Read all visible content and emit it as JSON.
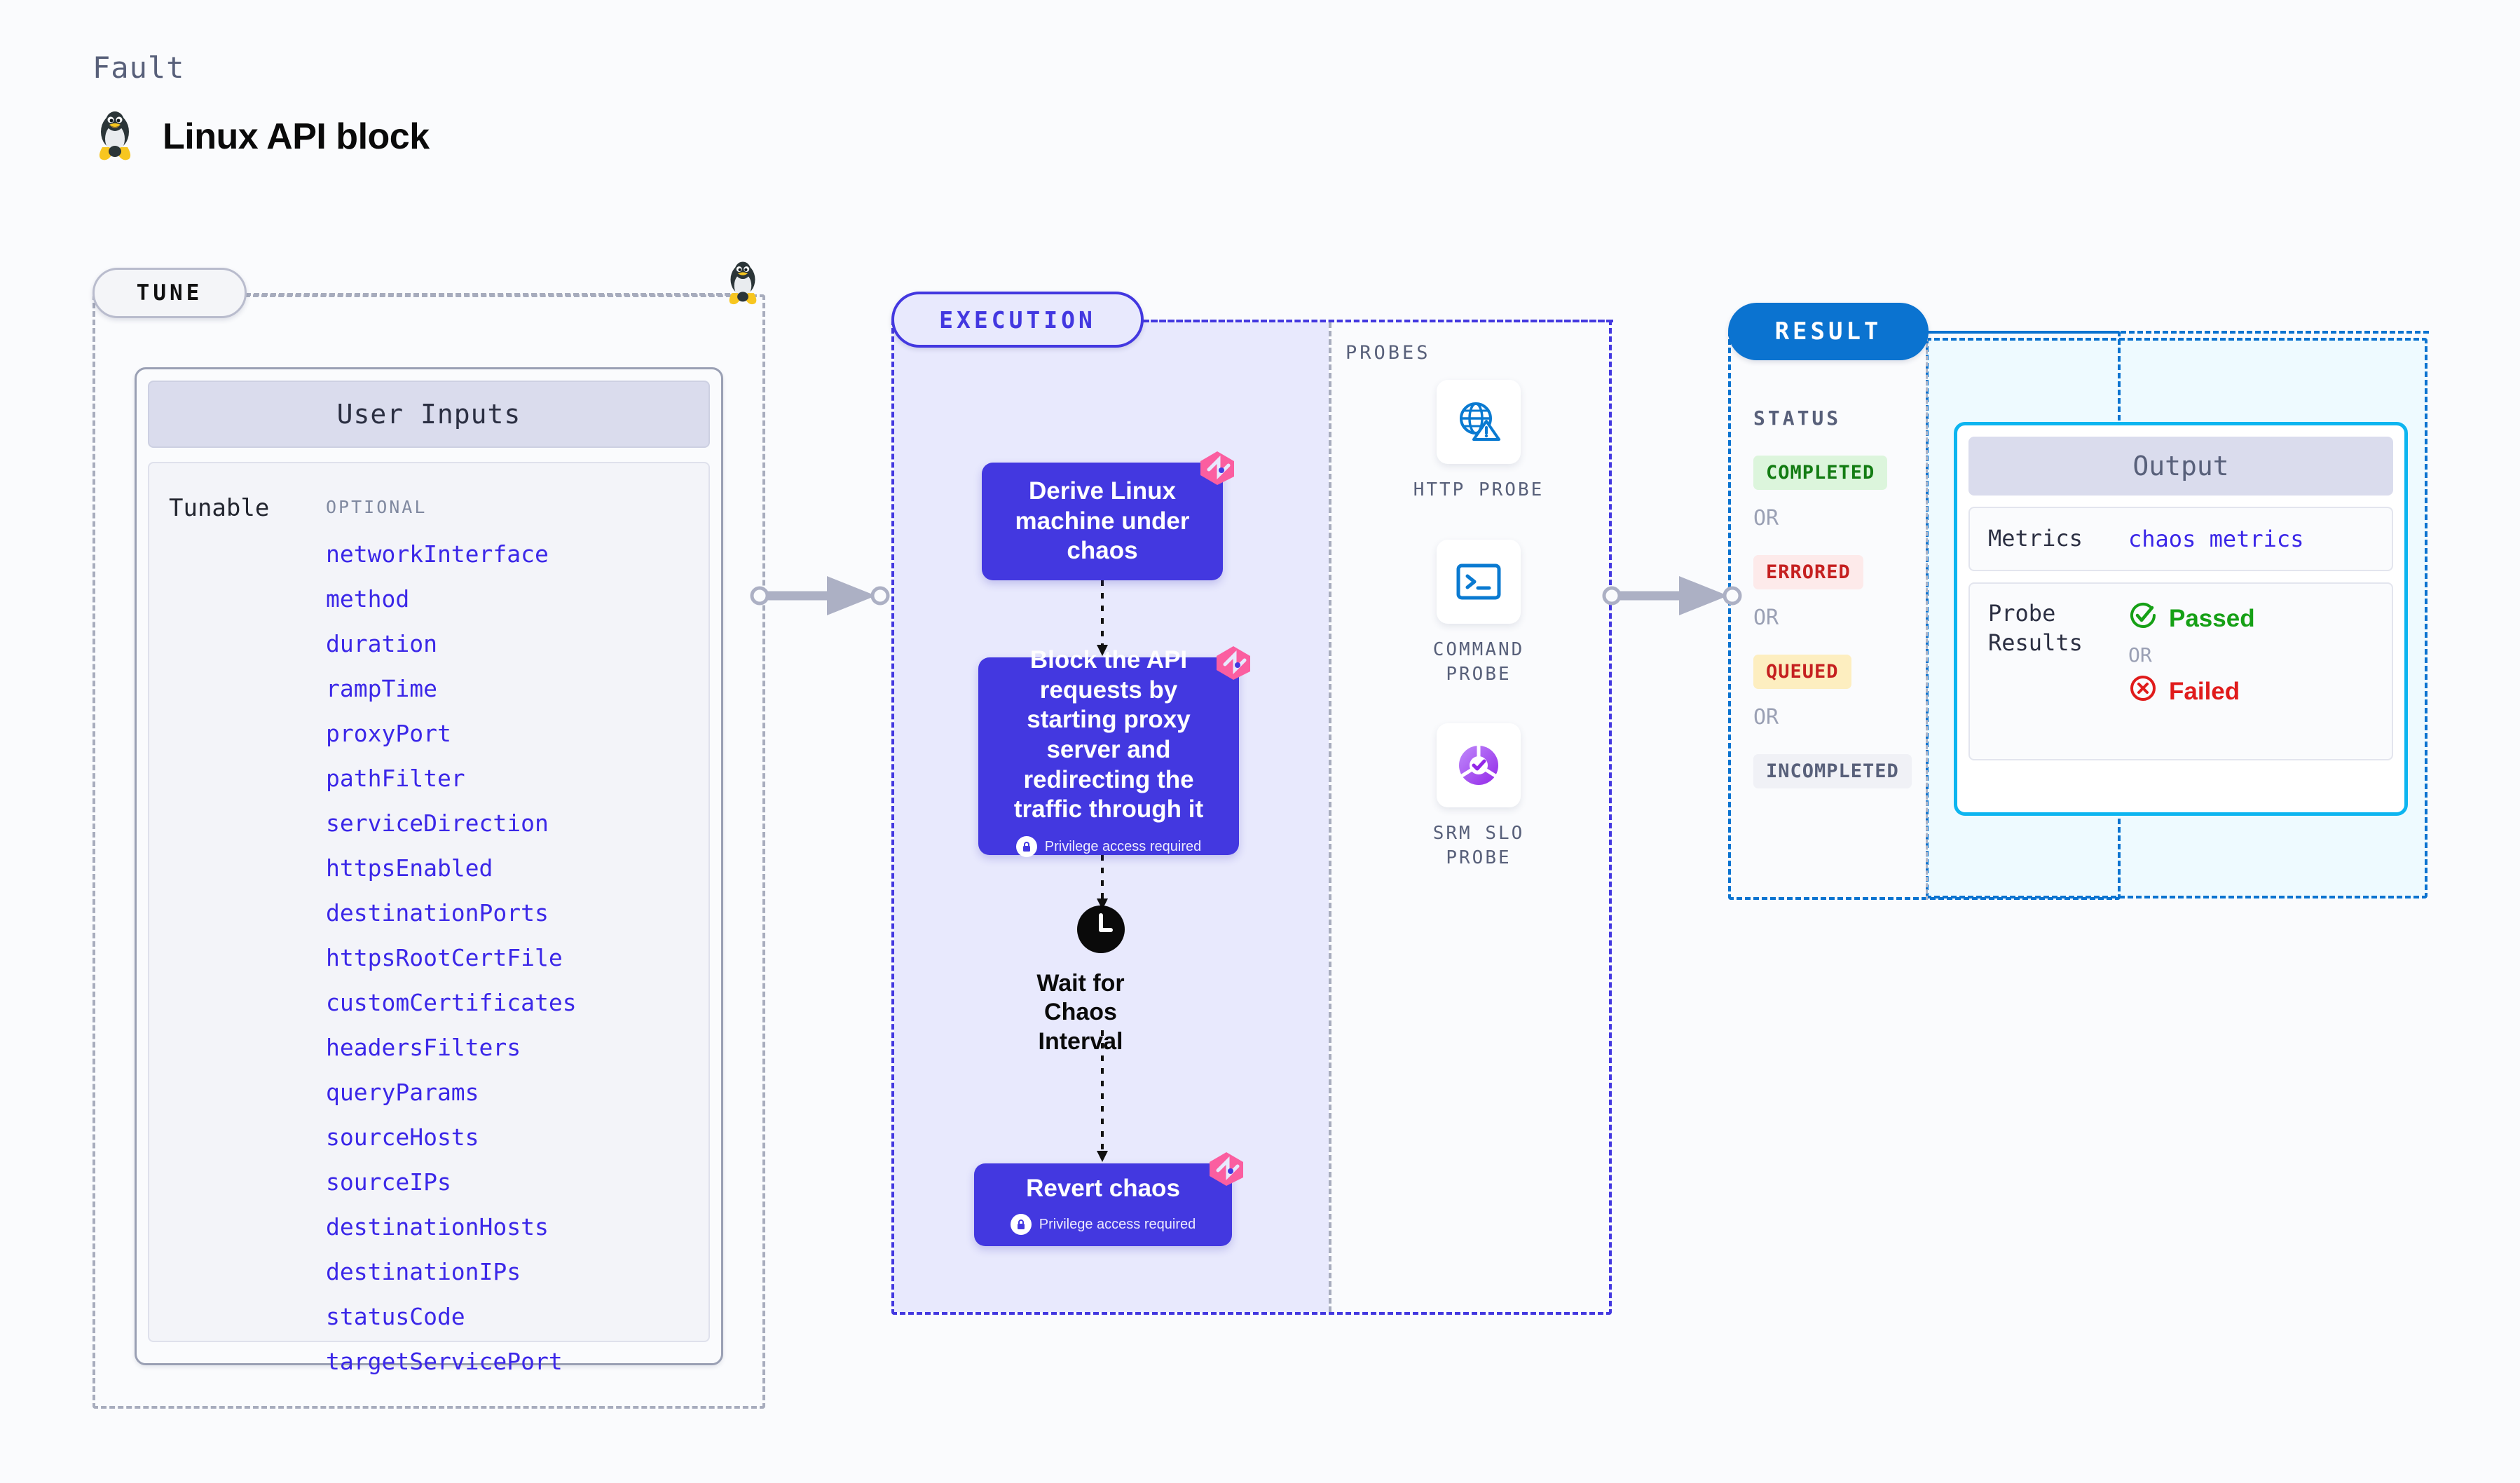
{
  "header": {
    "kicker": "Fault",
    "title": "Linux API block",
    "icon": "linux-tux-icon"
  },
  "tune": {
    "pill_label": "TUNE",
    "card_title": "User Inputs",
    "group_label": "Tunable",
    "optional_label": "OPTIONAL",
    "parameters": [
      "networkInterface",
      "method",
      "duration",
      "rampTime",
      "proxyPort",
      "pathFilter",
      "serviceDirection",
      "httpsEnabled",
      "destinationPorts",
      "httpsRootCertFile",
      "customCertificates",
      "headersFilters",
      "queryParams",
      "sourceHosts",
      "sourceIPs",
      "destinationHosts",
      "destinationIPs",
      "statusCode",
      "targetServicePort"
    ]
  },
  "execution": {
    "pill_label": "EXECUTION",
    "nodes": [
      {
        "text": "Derive Linux machine under chaos",
        "privilege": null,
        "badge": "litmus-badge-icon"
      },
      {
        "text": "Block the API requests by starting proxy server and redirecting the traffic through it",
        "privilege": "Privilege access required",
        "badge": "litmus-badge-icon"
      },
      {
        "text": "Revert chaos",
        "privilege": "Privilege access required",
        "badge": "litmus-badge-icon"
      }
    ],
    "wait_node": {
      "label": "Wait for Chaos Interval",
      "icon": "clock-icon"
    }
  },
  "probes": {
    "title": "PROBES",
    "items": [
      {
        "label": "HTTP PROBE",
        "icon": "globe-warning-icon"
      },
      {
        "label": "COMMAND PROBE",
        "icon": "terminal-icon"
      },
      {
        "label": "SRM SLO PROBE",
        "icon": "srm-slo-donut-icon"
      }
    ]
  },
  "result": {
    "pill_label": "RESULT",
    "status_title": "STATUS",
    "or_label": "OR",
    "statuses": [
      {
        "label": "COMPLETED",
        "bg": "#dcf5dc",
        "fg": "#137c13"
      },
      {
        "label": "ERRORED",
        "bg": "#fdeaea",
        "fg": "#c52020"
      },
      {
        "label": "QUEUED",
        "bg": "#fdeec0",
        "fg": "#c52020"
      },
      {
        "label": "INCOMPLETED",
        "bg": "#f0f1f6",
        "fg": "#58607a"
      }
    ],
    "output": {
      "title": "Output",
      "metrics_key": "Metrics",
      "metrics_value": "chaos metrics",
      "probe_key": "Probe Results",
      "passed_label": "Passed",
      "or_label": "OR",
      "failed_label": "Failed"
    }
  },
  "colors": {
    "accent_purple": "#4338e0",
    "accent_blue": "#0b73d0",
    "cyan_border": "#0db5f0",
    "param_link": "#3b27e8",
    "pink_badge": "#fb5ea0"
  }
}
